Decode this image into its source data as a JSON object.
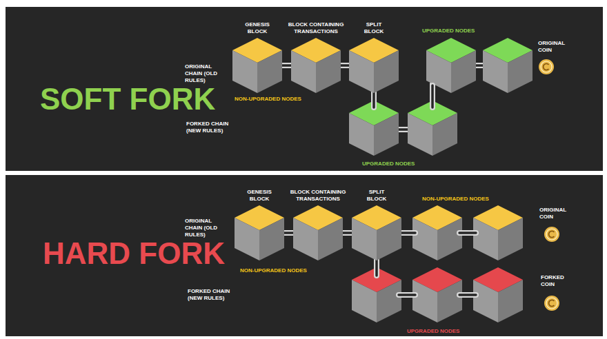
{
  "diagram": {
    "nodes": [
      {
        "text": [
          "GENESIS BLOCK"
        ]
      },
      {
        "text": [
          "BLOCK CONTAINING TRANSACTIONS"
        ]
      },
      {
        "text": [
          "SPLIT BLOCK"
        ]
      },
      {
        "text": [
          "GENESIS BLOCK"
        ]
      },
      {
        "text": [
          "BLOCK CONTAINING TRANSACTIONS"
        ]
      },
      {
        "text": [
          "SPLIT BLOCK"
        ]
      }
    ],
    "edges": [
      {
        "from": 0,
        "to": 1,
        "arrow": "none"
      },
      {
        "from": 1,
        "to": 2,
        "arrow": "none"
      },
      {
        "from": 3,
        "to": 4,
        "arrow": "none"
      },
      {
        "from": 4,
        "to": 5,
        "arrow": "none"
      }
    ],
    "labels": [
      "UPGRADED NODES",
      "ORIGINAL COIN",
      "ORIGINAL CHAIN (OLD RULES)",
      "SOFT FORK",
      "NON-UPGRADED NODES",
      "FORKED CHAIN (NEW RULES)",
      "UPGRADED NODES",
      "NON-UPGRADED NODES",
      "ORIGINAL COIN",
      "ORIGINAL CHAIN (OLD RULES)",
      "HARD FORK",
      "NON-UPGRADED NODES",
      "FORKED CHAIN (NEW RULES)",
      "FORKED COIN",
      "UPGRADED NODES"
    ]
  }
}
